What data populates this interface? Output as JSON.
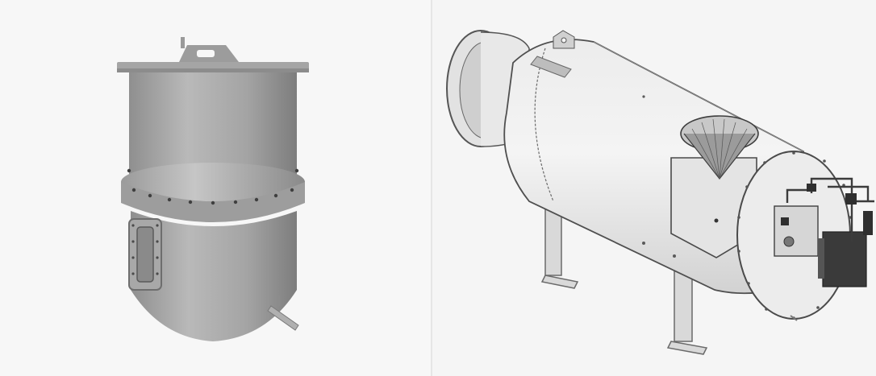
{
  "images": [
    {
      "id": "vertical-vessel",
      "icon": "cylindrical-tank-render"
    },
    {
      "id": "horizontal-vessel",
      "icon": "horizontal-heater-render"
    }
  ],
  "colors": {
    "background": "#f3f3f3",
    "metal_light": "#e6e6e6",
    "metal_mid": "#a9a9a9",
    "metal_dark": "#6f6f6f",
    "burner_box": "#3a3a3a"
  }
}
